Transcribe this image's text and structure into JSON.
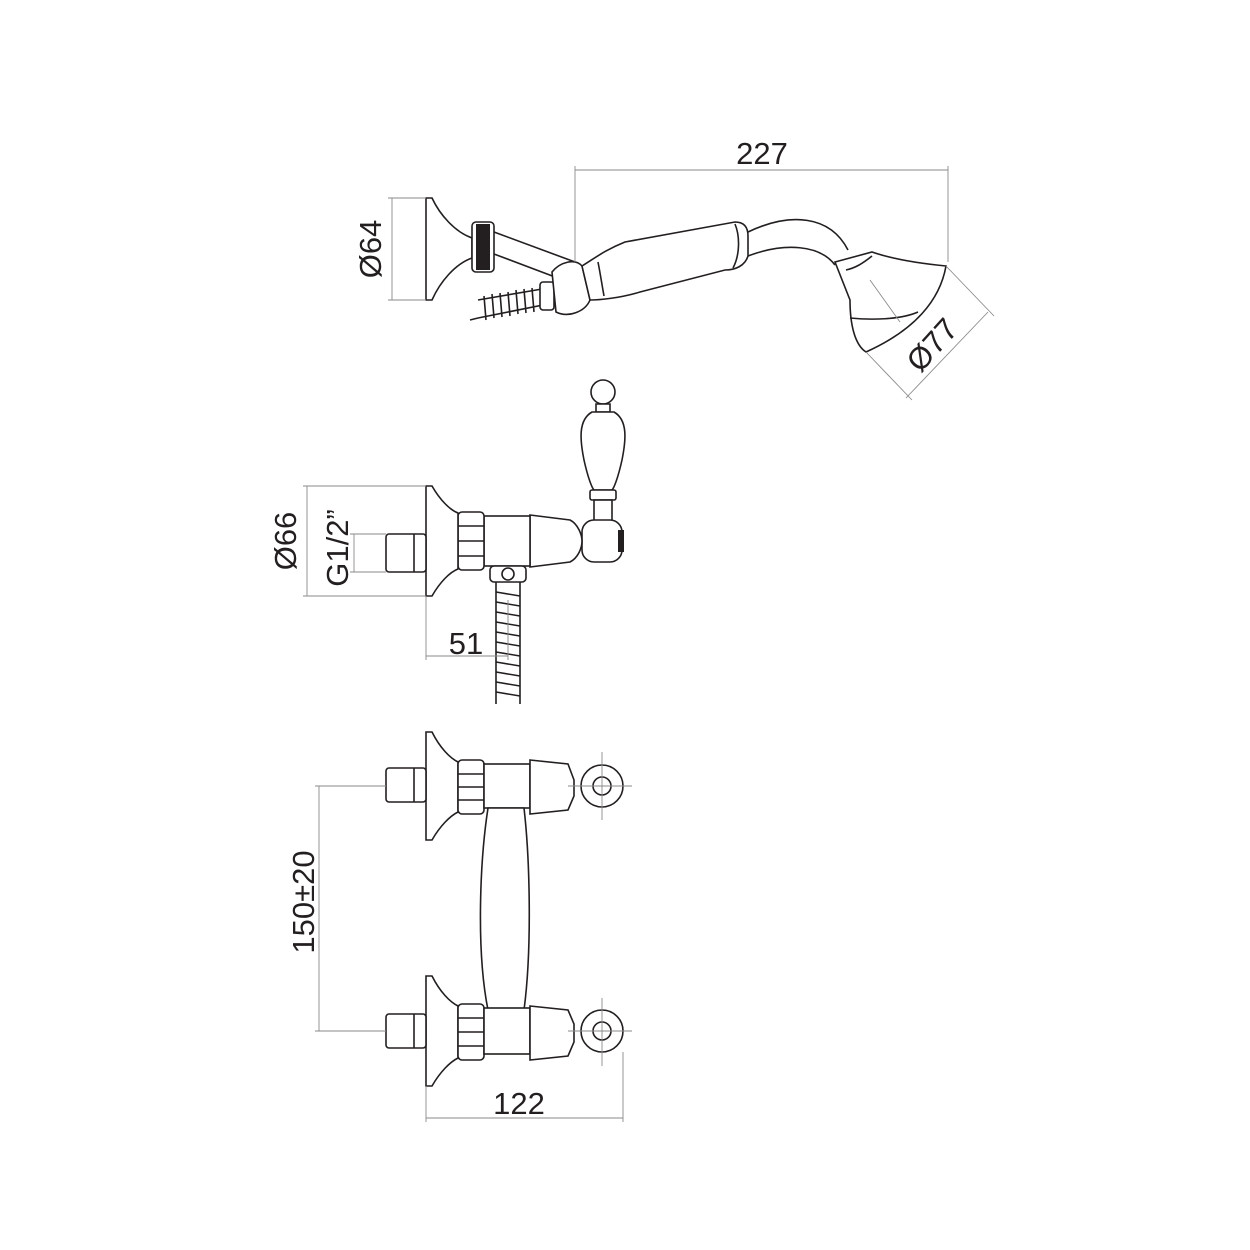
{
  "dimensions": {
    "handshower_length": "227",
    "holder_diameter": "Ø64",
    "head_diameter": "Ø77",
    "flange_diameter": "Ø66",
    "thread": "G1/2”",
    "projection": "51",
    "centers": "150±20",
    "width": "122"
  }
}
